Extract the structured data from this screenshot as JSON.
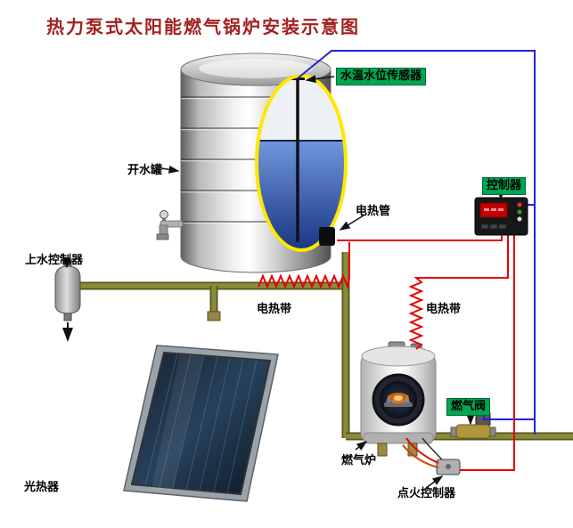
{
  "title": "热力泵式太阳能燃气锅炉安装示意图",
  "labels": {
    "sensor": "水温水位传感器",
    "tank": "开水罐",
    "heating_tube": "电热管",
    "controller": "控制器",
    "water_supply_controller": "上水控制器",
    "heating_tape_left": "电热带",
    "heating_tape_right": "电热带",
    "solar_collector": "光热器",
    "gas_furnace": "燃气炉",
    "gas_valve": "燃气阀",
    "ignition_controller": "点火控制器"
  },
  "colors": {
    "title_text": "#a22222",
    "green_label_background": "#00a651",
    "pipe_olive": "#8a8a3d",
    "heater_power_wire": "#e80000",
    "sensor_signal_wire": "#2222dd",
    "water_fill": "#1c3a8e",
    "cutaway_rim": "#ffe800"
  }
}
